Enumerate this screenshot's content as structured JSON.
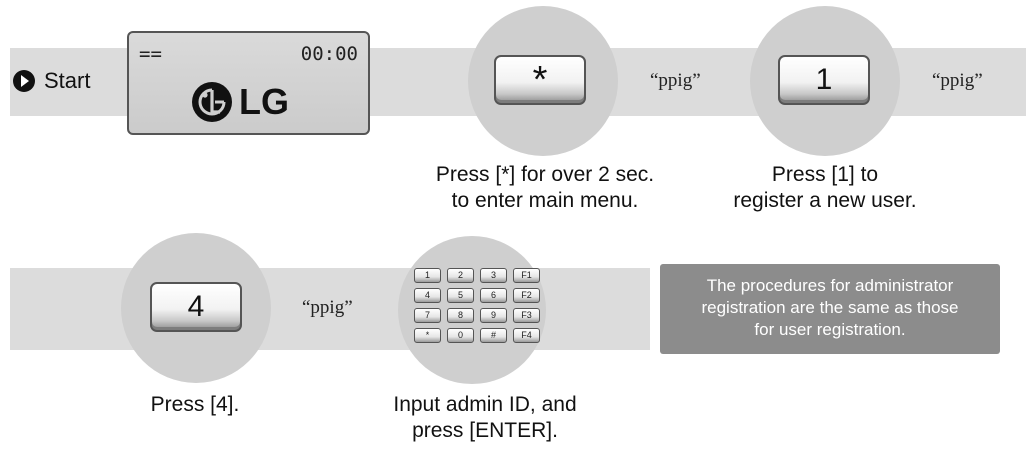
{
  "start_label": "Start",
  "lcd": {
    "left_text": "==",
    "time": "00:00",
    "brand": "LG"
  },
  "row1": {
    "key_star": "*",
    "quote1": "“ppig”",
    "key_one": "1",
    "quote2": "“ppig”",
    "caption_star": [
      "Press [*] for over 2 sec.",
      "to enter main menu."
    ],
    "caption_one": [
      "Press [1] to",
      "register a new user."
    ]
  },
  "row2": {
    "key_four": "4",
    "quote3": "“ppig”",
    "keypad": [
      "1",
      "2",
      "3",
      "F1",
      "4",
      "5",
      "6",
      "F2",
      "7",
      "8",
      "9",
      "F3",
      "*",
      "0",
      "#",
      "F4"
    ],
    "caption_four": "Press [4].",
    "caption_pad": [
      "Input admin ID, and",
      "press [ENTER]."
    ]
  },
  "note": [
    "The procedures for administrator",
    "registration are the same as those",
    "for user registration."
  ],
  "colors": {
    "band": "#dcdcdc",
    "circle": "#cfcfcf",
    "note_bg": "#8c8c8c"
  }
}
